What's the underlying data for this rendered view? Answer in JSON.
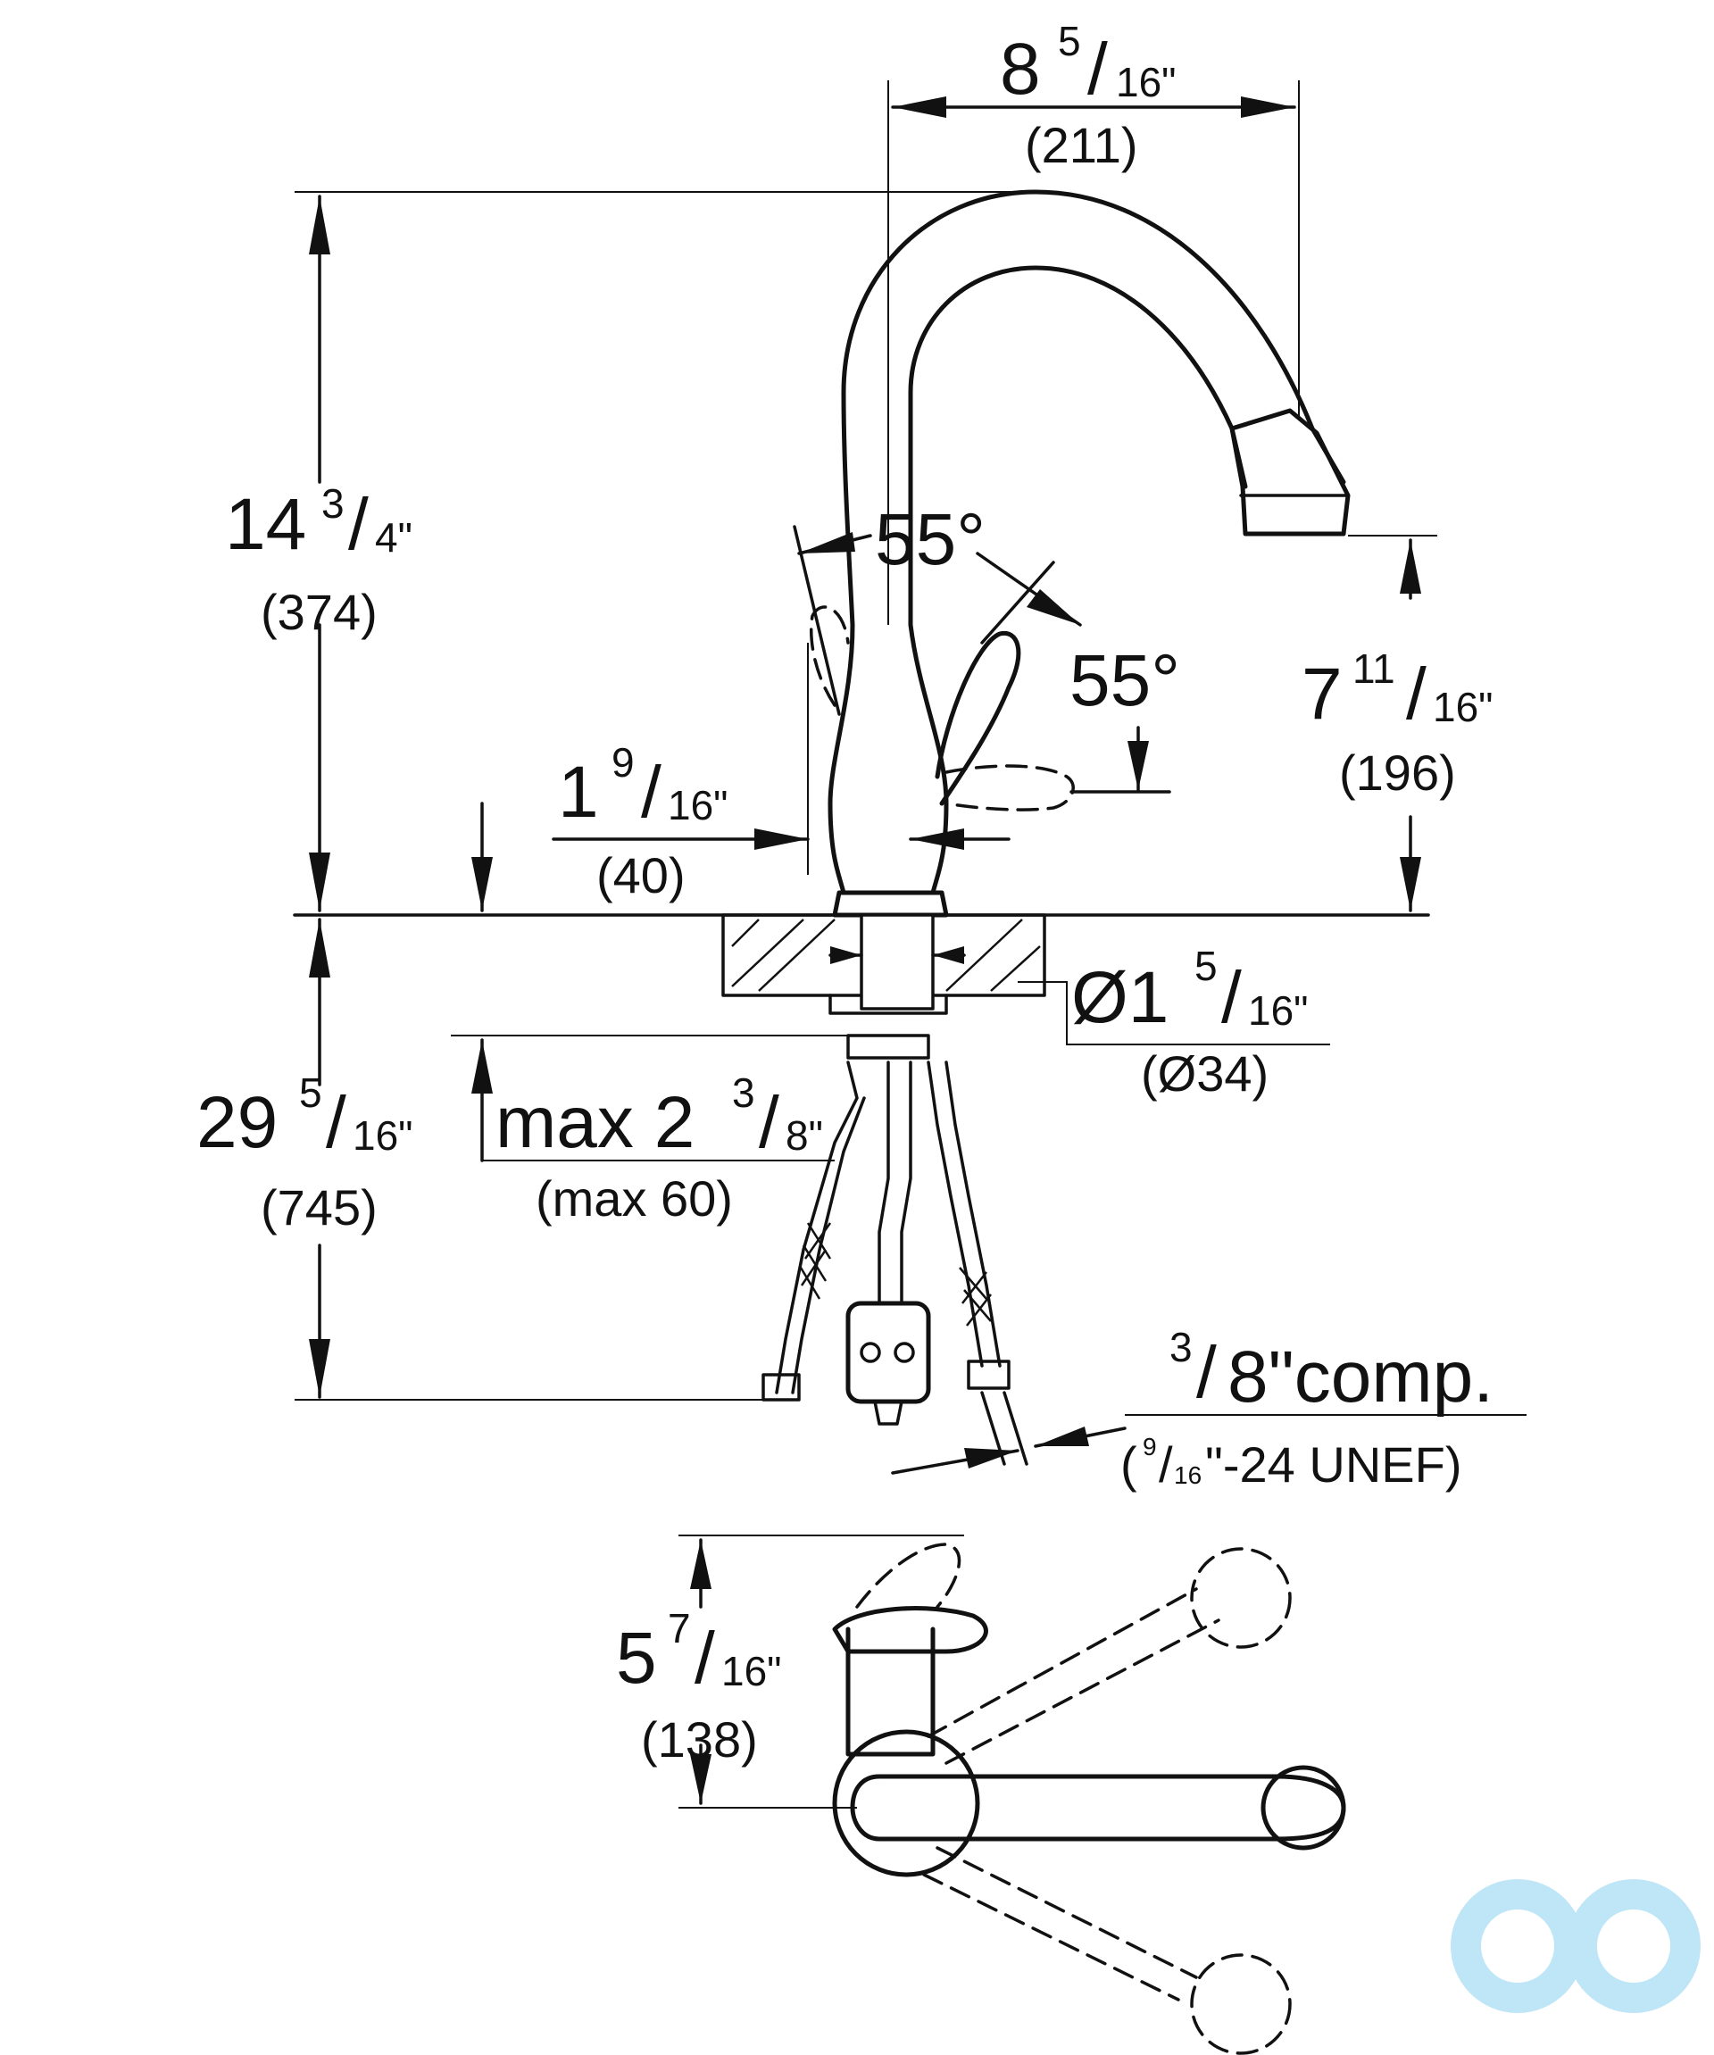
{
  "dimensions": {
    "top_width": {
      "whole": "8",
      "num": "5",
      "den": "16\"",
      "metric": "(211)"
    },
    "height": {
      "whole": "14",
      "num": "3",
      "den": "4\"",
      "metric": "(374)"
    },
    "spout_height": {
      "whole": "7",
      "num": "11",
      "den": "16\"",
      "metric": "(196)"
    },
    "handle_offset": {
      "whole": "1",
      "num": "9",
      "den": "16\"",
      "metric": "(40)"
    },
    "hole_diameter": {
      "whole": "Ø1",
      "num": "5",
      "den": "16\"",
      "metric": "(Ø34)"
    },
    "below_deck": {
      "whole": "29",
      "num": "5",
      "den": "16\"",
      "metric": "(745)"
    },
    "deck_thickness": {
      "whole": "max 2",
      "num": "3",
      "den": "8\"",
      "metric": "(max 60)"
    },
    "connection": {
      "num": "3",
      "den": "8\"comp.",
      "metric_open": "(",
      "metric_num": "9",
      "metric_den": "16",
      "metric_close": "\"-24 UNEF)"
    },
    "plan_height": {
      "whole": "5",
      "num": "7",
      "den": "16\"",
      "metric": "(138)"
    }
  },
  "angles": {
    "angle_top": "55°",
    "angle_side": "55°"
  },
  "colors": {
    "line": "#111111",
    "watermark": "#bfe6f7"
  }
}
